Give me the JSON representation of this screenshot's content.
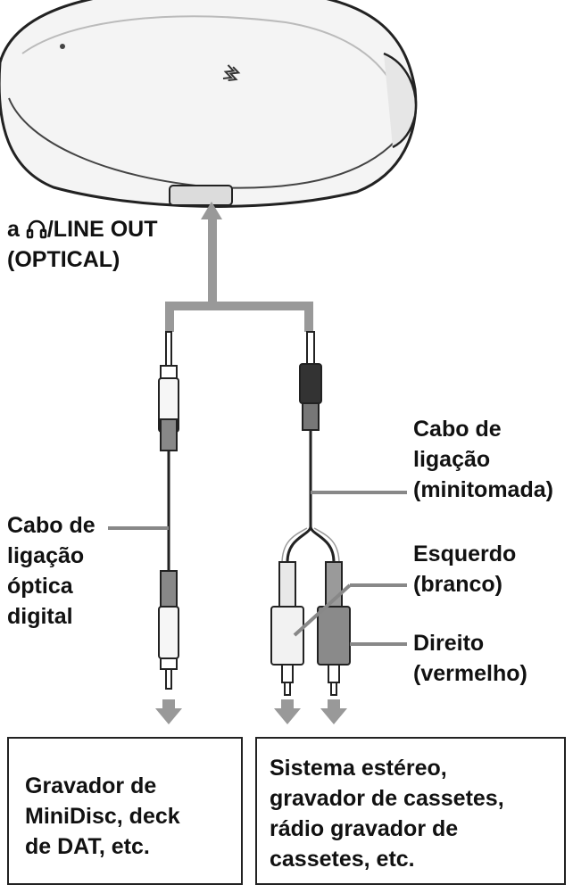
{
  "jack_label": {
    "prefix": "a",
    "icon": "headphones-icon",
    "line1_suffix": "/LINE OUT",
    "line2": "(OPTICAL)"
  },
  "minijack_cable_label": [
    "Cabo de",
    "ligação",
    "(minitomada)"
  ],
  "optical_cable_label": [
    "Cabo de",
    "ligação",
    "óptica",
    "digital"
  ],
  "left_channel_label": [
    "Esquerdo",
    "(branco)"
  ],
  "right_channel_label": [
    "Direito",
    "(vermelho)"
  ],
  "destination_left": [
    "Gravador de",
    "MiniDisc, deck",
    "de DAT, etc."
  ],
  "destination_right": [
    "Sistema estéreo,",
    "gravador de cassetes,",
    "rádio gravador de",
    "cassetes, etc."
  ],
  "colors": {
    "arrow": "#999999",
    "line": "#222222",
    "plug_white": "#f2f2f2",
    "plug_red": "#8a8a8a",
    "plug_black": "#333333"
  }
}
